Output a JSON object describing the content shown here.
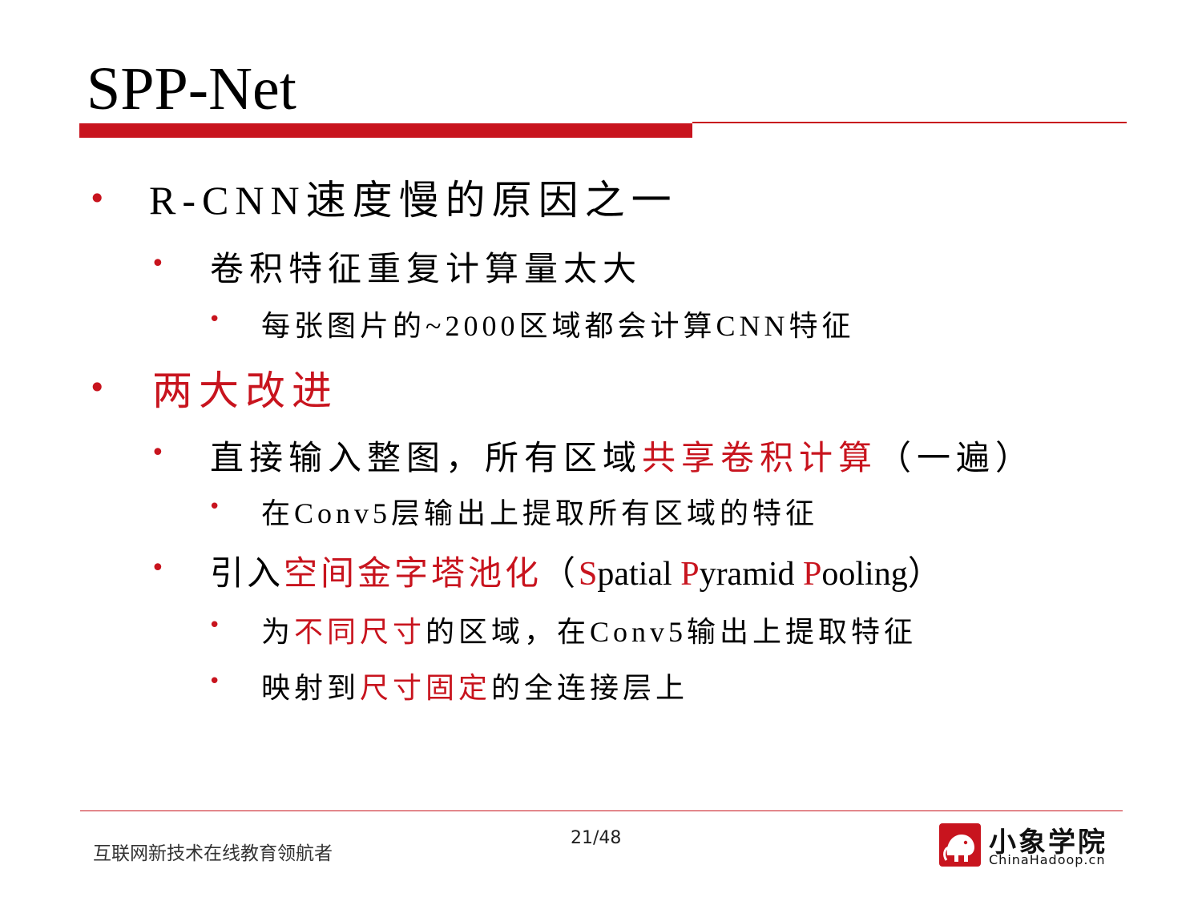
{
  "title": "SPP-Net",
  "bullets": {
    "b1": {
      "text": "R-CNN速度慢的原因之一"
    },
    "b1_1": {
      "text": "卷积特征重复计算量太大"
    },
    "b1_1_1": {
      "text": "每张图片的~2000区域都会计算CNN特征"
    },
    "b2": {
      "text": "两大改进"
    },
    "b2_1": {
      "pre": "直接输入整图，所有区域",
      "red": "共享卷积计算",
      "post": "（一遍）"
    },
    "b2_1_1": {
      "text": "在Conv5层输出上提取所有区域的特征"
    },
    "b2_2": {
      "pre": "引入",
      "red": "空间金字塔池化",
      "paren_open": "（",
      "s1": "S",
      "s1_rest": "patial ",
      "s2": "P",
      "s2_rest": "yramid ",
      "s3": "P",
      "s3_rest": "ooling",
      "paren_close": "）"
    },
    "b2_2_1": {
      "pre": "为",
      "red": "不同尺寸",
      "post": "的区域，在Conv5输出上提取特征"
    },
    "b2_2_2": {
      "pre": "映射到",
      "red": "尺寸固定",
      "post": "的全连接层上"
    }
  },
  "footer": {
    "slogan": "互联网新技术在线教育领航者",
    "page": "21/48",
    "logo_cn": "小象学院",
    "logo_en": "ChinaHadoop.cn"
  },
  "colors": {
    "accent": "#c8141e"
  }
}
